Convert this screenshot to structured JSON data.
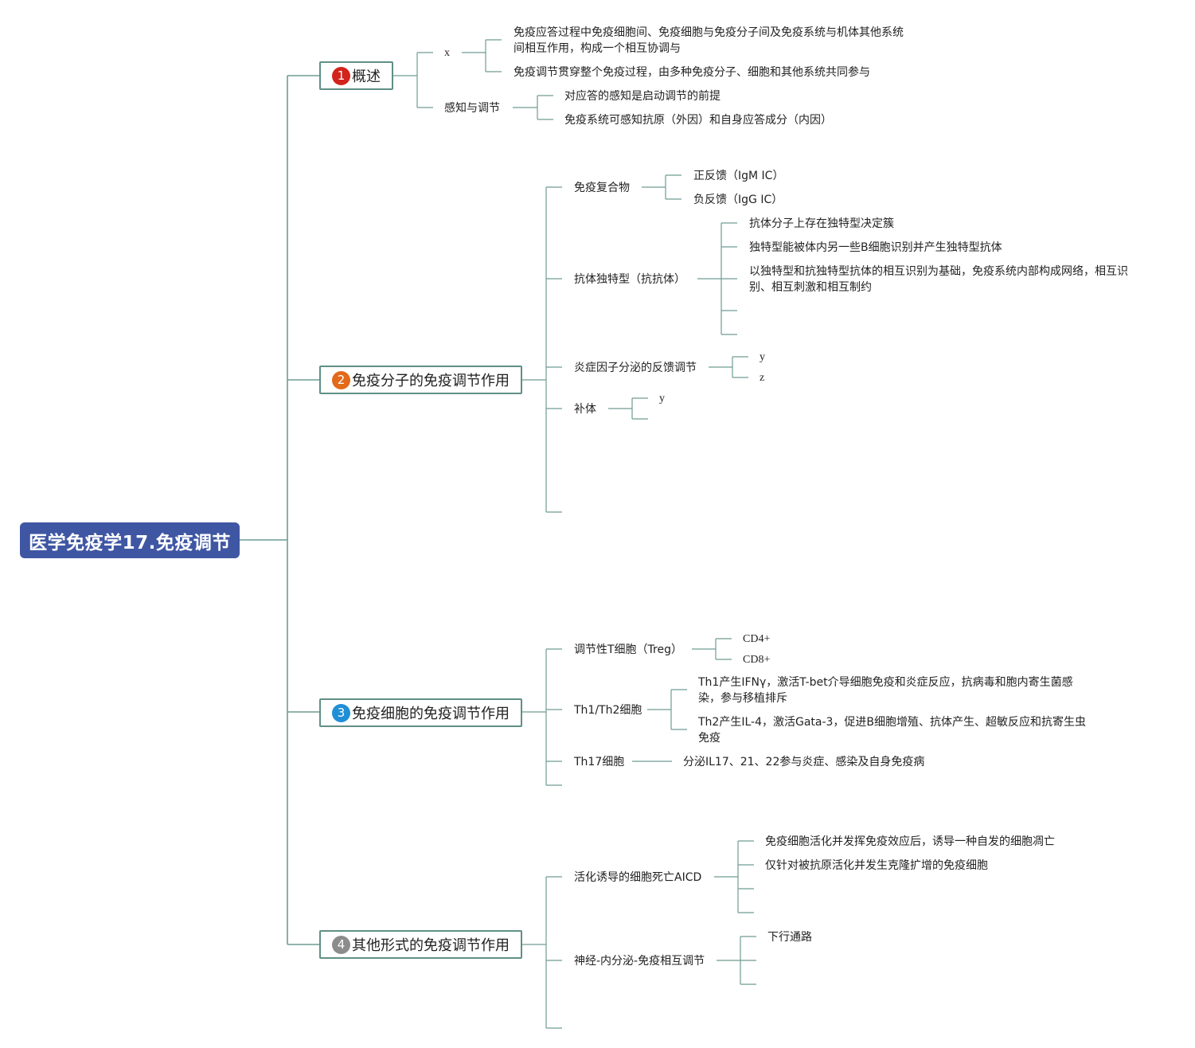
{
  "root": {
    "title": "医学免疫学17.免疫调节"
  },
  "colors": {
    "root": "#3f57a3",
    "line": "#6f9c92",
    "badge1": "#d2231c",
    "badge2": "#e26a1a",
    "badge3": "#1f8fd6",
    "badge4": "#8c8c8c"
  },
  "branches": [
    {
      "num": "1",
      "label": "概述",
      "children": [
        {
          "label": "x",
          "children": [
            "免疫应答过程中免疫细胞间、免疫细胞与免疫分子间及免疫系统与机体其他系统间相互作用，构成一个相互协调与",
            "免疫调节贯穿整个免疫过程，由多种免疫分子、细胞和其他系统共同参与"
          ]
        },
        {
          "label": "感知与调节",
          "children": [
            "对应答的感知是启动调节的前提",
            "免疫系统可感知抗原（外因）和自身应答成分（内因）"
          ]
        }
      ]
    },
    {
      "num": "2",
      "label": "免疫分子的免疫调节作用",
      "children": [
        {
          "label": "免疫复合物",
          "children": [
            "正反馈（IgM IC）",
            "负反馈（IgG IC）"
          ]
        },
        {
          "label": "抗体独特型（抗抗体）",
          "children": [
            "抗体分子上存在独特型决定簇",
            "独特型能被体内另一些B细胞识别并产生独特型抗体",
            "以独特型和抗独特型抗体的相互识别为基础，免疫系统内部构成网络，相互识别、相互刺激和相互制约"
          ]
        },
        {
          "label": "炎症因子分泌的反馈调节",
          "children": [
            "y",
            "z"
          ]
        },
        {
          "label": "补体",
          "children": [
            "y"
          ]
        }
      ]
    },
    {
      "num": "3",
      "label": "免疫细胞的免疫调节作用",
      "children": [
        {
          "label": "调节性T细胞（Treg）",
          "children": [
            "CD4+",
            "CD8+"
          ]
        },
        {
          "label": "Th1/Th2细胞",
          "children": [
            "Th1产生IFNγ，激活T-bet介导细胞免疫和炎症反应，抗病毒和胞内寄生菌感染，参与移植排斥",
            "Th2产生IL-4，激活Gata-3，促进B细胞增殖、抗体产生、超敏反应和抗寄生虫免疫"
          ]
        },
        {
          "label": "Th17细胞",
          "children": [
            "分泌IL17、21、22参与炎症、感染及自身免疫病"
          ]
        }
      ]
    },
    {
      "num": "4",
      "label": "其他形式的免疫调节作用",
      "children": [
        {
          "label": "活化诱导的细胞死亡AICD",
          "children": [
            "免疫细胞活化并发挥免疫效应后，诱导一种自发的细胞凋亡",
            "仅针对被抗原活化并发生克隆扩增的免疫细胞"
          ]
        },
        {
          "label": "神经-内分泌-免疫相互调节",
          "children": [
            "下行通路"
          ]
        }
      ]
    }
  ]
}
